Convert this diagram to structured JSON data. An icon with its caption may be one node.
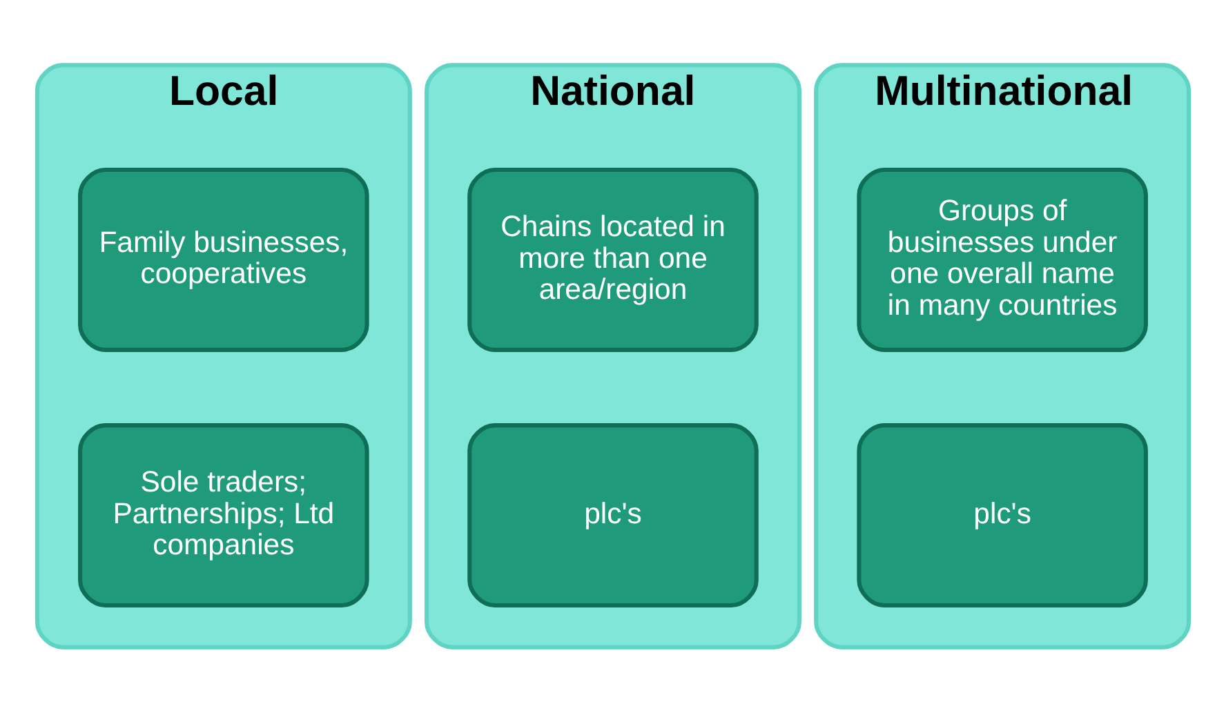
{
  "diagram": {
    "nodes": [
      {
        "text": [
          "Local"
        ]
      },
      {
        "text": [
          "Family businesses, cooperatives"
        ],
        "in": 0
      },
      {
        "text": [
          "Sole traders; Partnerships; Ltd companies"
        ],
        "in": 0
      },
      {
        "text": [
          "National"
        ]
      },
      {
        "text": [
          "Chains located in more than one area/region"
        ],
        "in": 3
      },
      {
        "text": [
          "plc's"
        ],
        "in": 3
      },
      {
        "text": [
          "Multinational"
        ]
      },
      {
        "text": [
          "Groups of businesses under one overall name in many countries"
        ],
        "in": 6
      },
      {
        "text": [
          "plc's"
        ],
        "in": 6
      }
    ]
  }
}
